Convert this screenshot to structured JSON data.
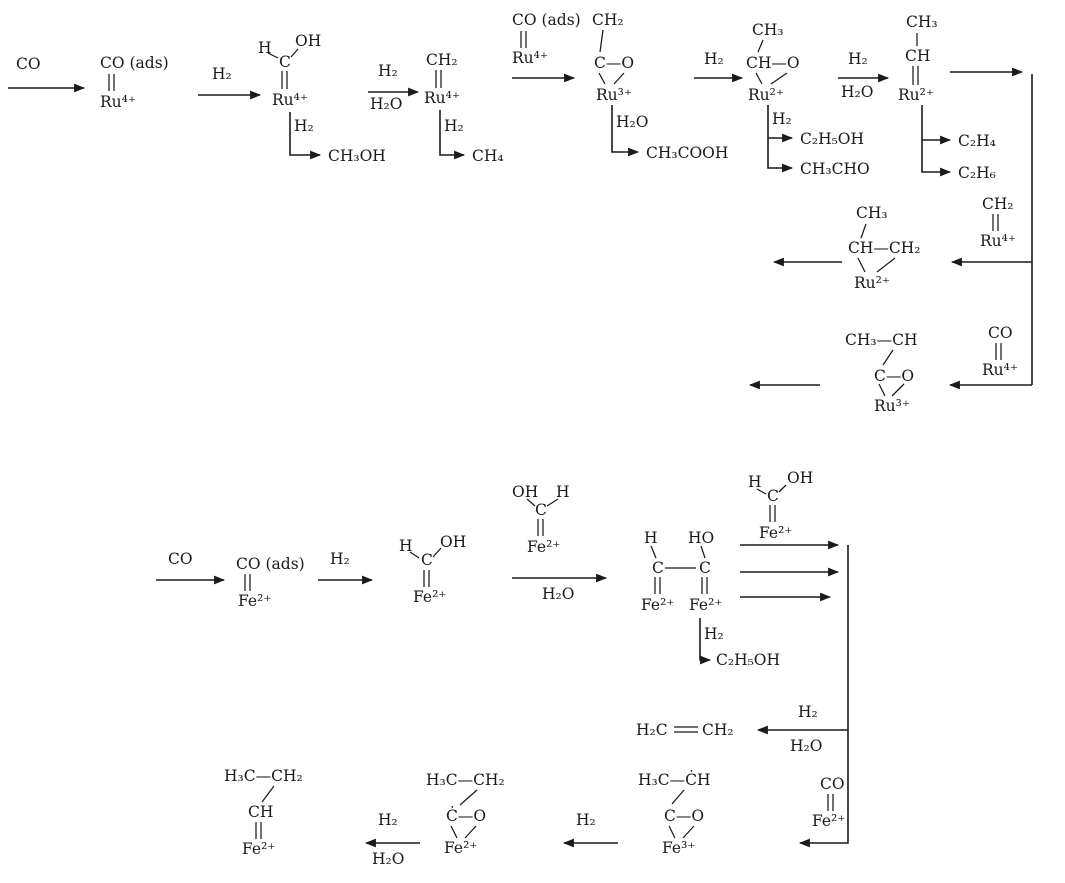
{
  "colors": {
    "ink": "#1a1a1a",
    "background": "#ffffff"
  },
  "formulas": {
    "co": "CO",
    "co_ads": "CO (ads)",
    "h2": "H₂",
    "h2o": "H₂O",
    "h2c": "H₂C",
    "ru4": "Ru⁴⁺",
    "ru3": "Ru³⁺",
    "ru2": "Ru²⁺",
    "fe2": "Fe²⁺",
    "fe3": "Fe³⁺",
    "h": "H",
    "oh": "OH",
    "ho": "HO",
    "c": "C",
    "ch": "CH",
    "ch2": "CH₂",
    "ch3": "CH₃",
    "ch4": "CH₄",
    "ch3oh": "CH₃OH",
    "ch3cooh": "CH₃COOH",
    "ch3cho": "CH₃CHO",
    "c2h5oh": "C₂H₅OH",
    "c2h4": "C₂H₄",
    "c2h6": "C₂H₆",
    "c_o": "C—O",
    "cdot_o": "Ċ—O",
    "ch_o": "CH—O",
    "ch_ch2": "CH—CH₂",
    "ch3_ch": "CH₃—CH",
    "h3c_ch2": "H₃C—CH₂",
    "h3c_chdot": "H₃C—ĊH"
  }
}
